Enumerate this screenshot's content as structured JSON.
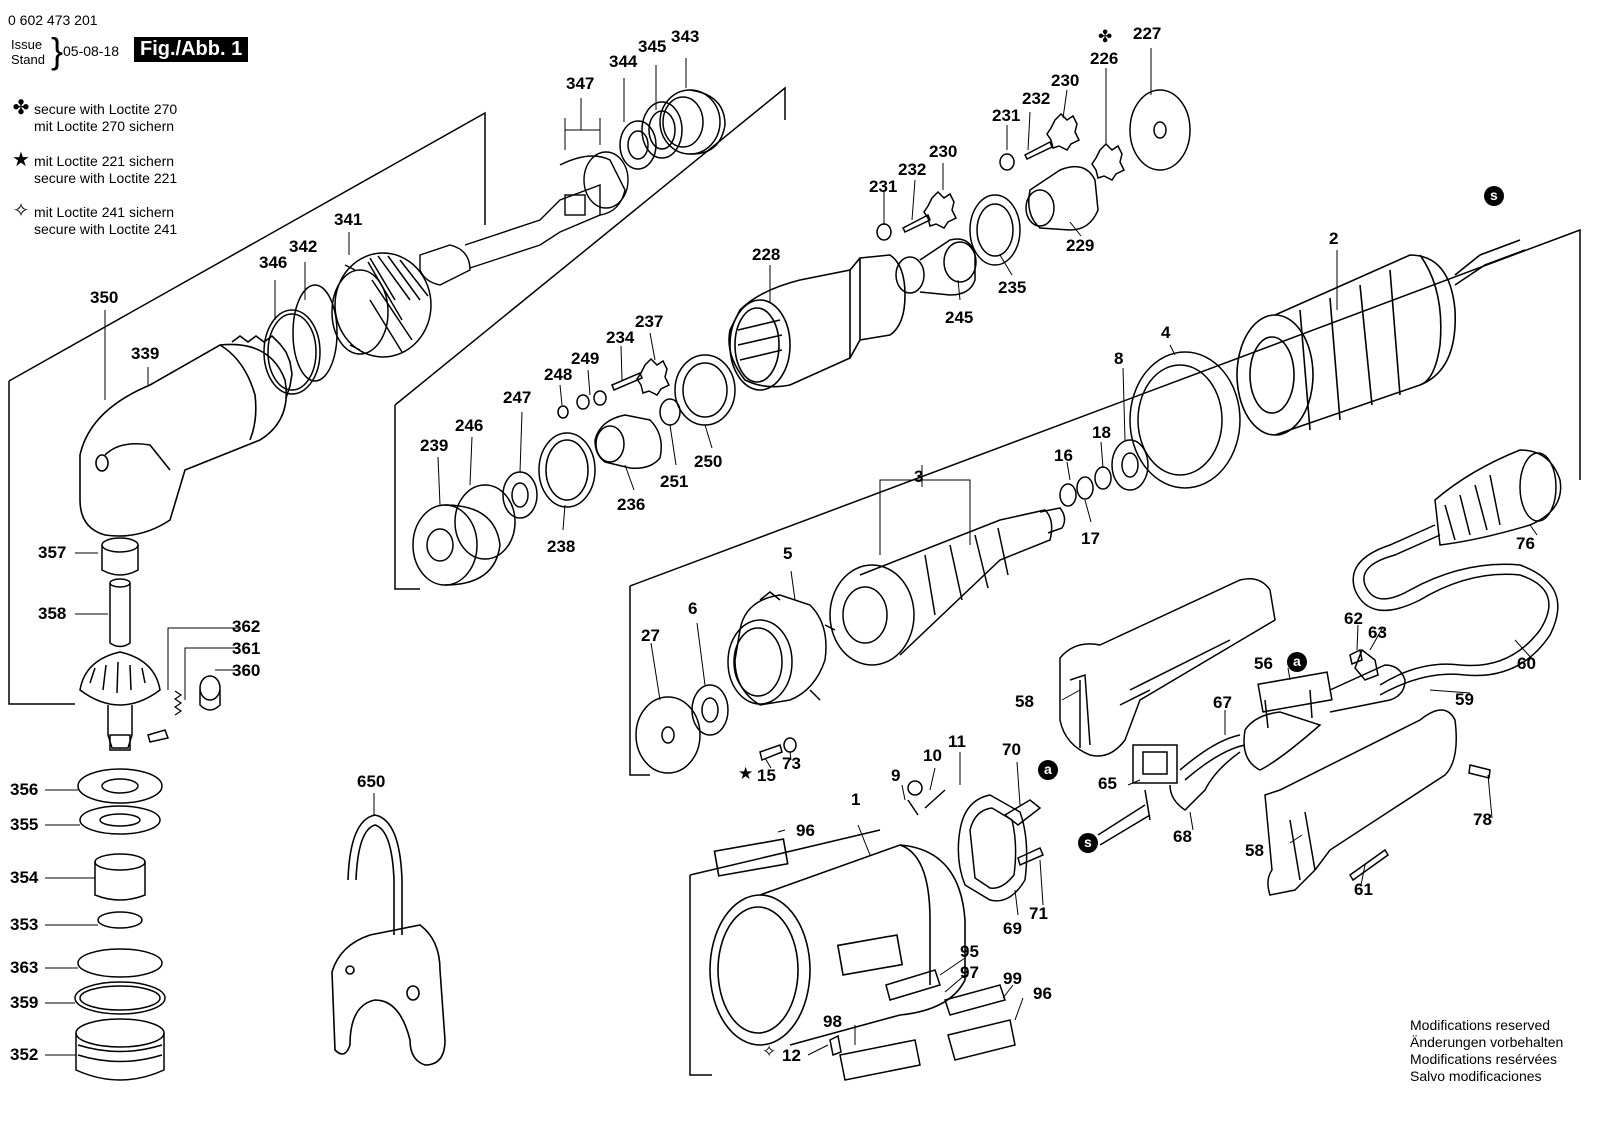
{
  "document": {
    "number": "0 602 473 201",
    "issue_label": "Issue",
    "stand_label": "Stand",
    "date": "05-08-18",
    "figure": "Fig./Abb. 1"
  },
  "legend": [
    {
      "symbol": "✤",
      "lines": [
        "secure with Loctite 270",
        "mit Loctite 270 sichern"
      ]
    },
    {
      "symbol": "★",
      "lines": [
        "mit Loctite 221 sichern",
        "secure with Loctite 221"
      ]
    },
    {
      "symbol": "✧",
      "lines": [
        "mit Loctite 241 sichern",
        "secure with Loctite 241"
      ]
    }
  ],
  "notes": [
    "Modifications reserved",
    "Änderungen vorbehalten",
    "Modifications resérvées",
    "Salvo modificaciones"
  ],
  "part_numbers": [
    "343",
    "344",
    "345",
    "347",
    "341",
    "342",
    "346",
    "350",
    "339",
    "357",
    "358",
    "362",
    "361",
    "360",
    "356",
    "355",
    "354",
    "353",
    "363",
    "359",
    "352",
    "650",
    "227",
    "226",
    "230",
    "231",
    "232",
    "230",
    "232",
    "231",
    "229",
    "235",
    "245",
    "228",
    "237",
    "234",
    "249",
    "248",
    "247",
    "246",
    "239",
    "250",
    "251",
    "236",
    "238",
    "2",
    "4",
    "8",
    "18",
    "16",
    "17",
    "3",
    "5",
    "6",
    "27",
    "15",
    "73",
    "11",
    "10",
    "9",
    "70",
    "1",
    "96",
    "95",
    "97",
    "99",
    "96",
    "98",
    "12",
    "69",
    "71",
    "76",
    "62",
    "63",
    "60",
    "56",
    "59",
    "58",
    "67",
    "65",
    "68",
    "58",
    "78",
    "61"
  ],
  "connector_markers": [
    "s",
    "a",
    "a",
    "s"
  ]
}
